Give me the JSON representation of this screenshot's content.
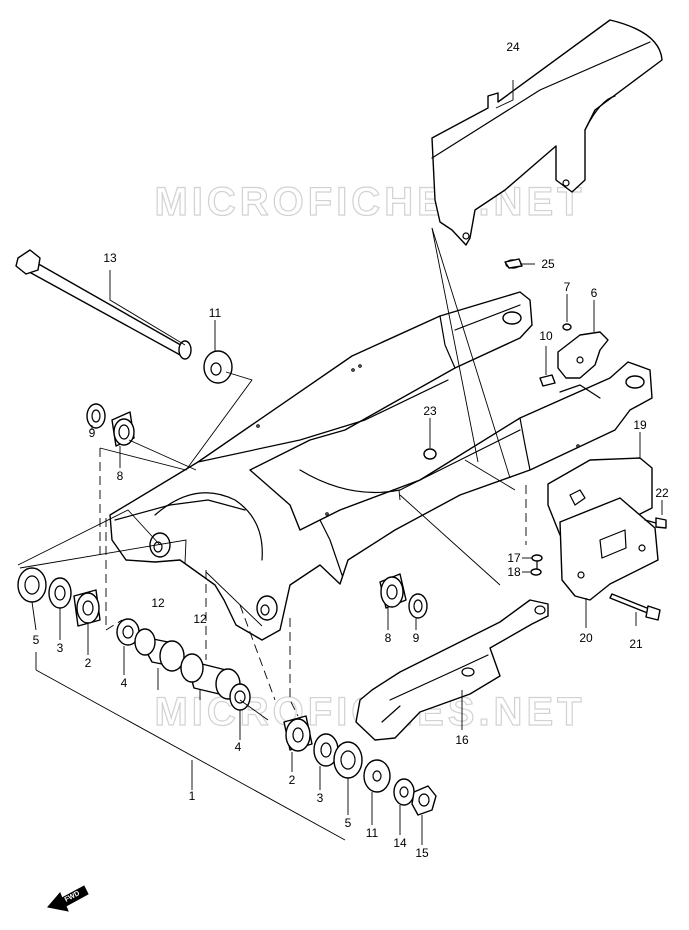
{
  "watermark": "MICROFICHES.NET",
  "fwd_label": "FWD",
  "callouts": [
    {
      "id": "c1",
      "label": "1"
    },
    {
      "id": "c2a",
      "label": "2"
    },
    {
      "id": "c2b",
      "label": "2"
    },
    {
      "id": "c3a",
      "label": "3"
    },
    {
      "id": "c3b",
      "label": "3"
    },
    {
      "id": "c4a",
      "label": "4"
    },
    {
      "id": "c4b",
      "label": "4"
    },
    {
      "id": "c5a",
      "label": "5"
    },
    {
      "id": "c5b",
      "label": "5"
    },
    {
      "id": "c6",
      "label": "6"
    },
    {
      "id": "c7",
      "label": "7"
    },
    {
      "id": "c8a",
      "label": "8"
    },
    {
      "id": "c8b",
      "label": "8"
    },
    {
      "id": "c9a",
      "label": "9"
    },
    {
      "id": "c9b",
      "label": "9"
    },
    {
      "id": "c10",
      "label": "10"
    },
    {
      "id": "c11a",
      "label": "11"
    },
    {
      "id": "c11b",
      "label": "11"
    },
    {
      "id": "c12a",
      "label": "12"
    },
    {
      "id": "c12b",
      "label": "12"
    },
    {
      "id": "c13",
      "label": "13"
    },
    {
      "id": "c14",
      "label": "14"
    },
    {
      "id": "c15",
      "label": "15"
    },
    {
      "id": "c16",
      "label": "16"
    },
    {
      "id": "c17",
      "label": "17"
    },
    {
      "id": "c18",
      "label": "18"
    },
    {
      "id": "c19",
      "label": "19"
    },
    {
      "id": "c20",
      "label": "20"
    },
    {
      "id": "c21",
      "label": "21"
    },
    {
      "id": "c22",
      "label": "22"
    },
    {
      "id": "c23",
      "label": "23"
    },
    {
      "id": "c24",
      "label": "24"
    },
    {
      "id": "c25",
      "label": "25"
    }
  ]
}
